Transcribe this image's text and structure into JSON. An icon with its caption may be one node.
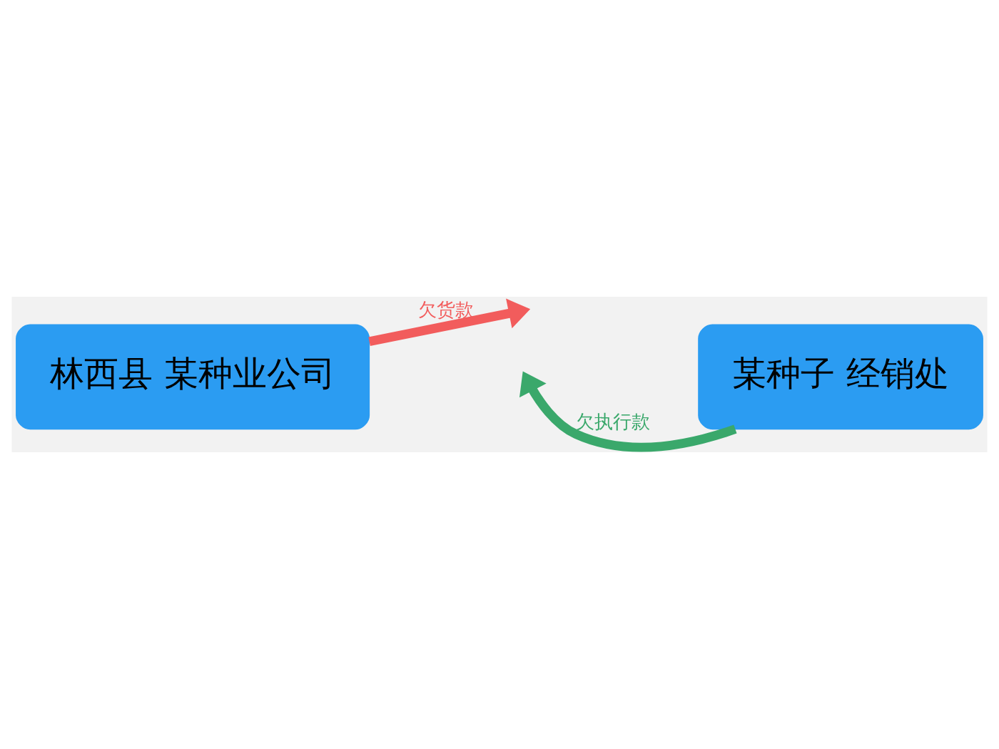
{
  "diagram": {
    "nodes": [
      {
        "text": [
          "林西县 某种业公司"
        ]
      },
      {
        "text": [
          "某种子 经销处"
        ]
      }
    ],
    "edges": [
      {
        "from": 0,
        "to": null,
        "arrow": "to",
        "label": "欠货款",
        "color": "#f25c5c"
      },
      {
        "from": 1,
        "to": null,
        "arrow": "to",
        "label": "欠执行款",
        "color": "#3aa86b"
      }
    ]
  }
}
